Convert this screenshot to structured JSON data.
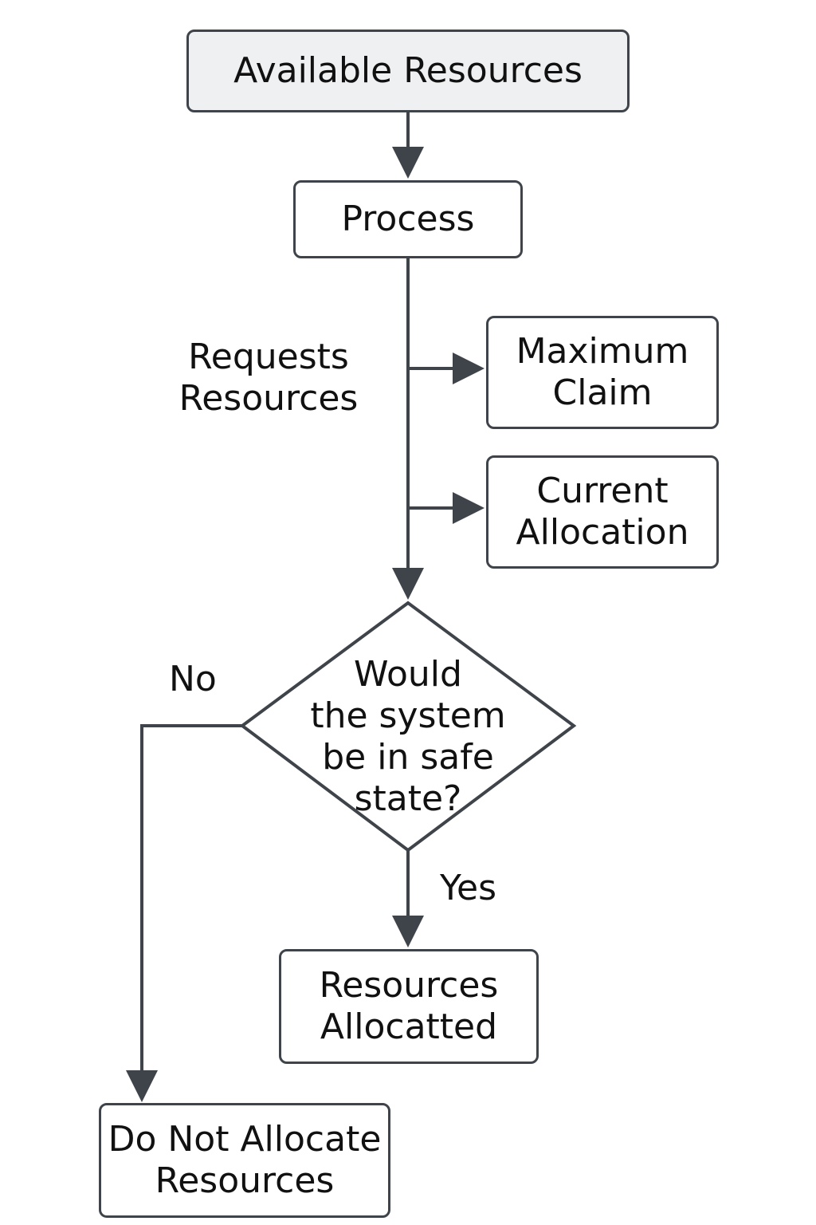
{
  "nodes": {
    "available_resources": {
      "label": "Available Resources"
    },
    "process": {
      "label": "Process"
    },
    "maximum_claim": {
      "lines": [
        "Maximum",
        "Claim"
      ]
    },
    "current_allocation": {
      "lines": [
        "Current",
        "Allocation"
      ]
    },
    "decision": {
      "lines": [
        "Would",
        "the system",
        "be in safe",
        "state?"
      ]
    },
    "resources_allocated": {
      "lines": [
        "Resources",
        "Allocatted"
      ]
    },
    "do_not_allocate": {
      "lines": [
        "Do Not Allocate",
        "Resources"
      ]
    }
  },
  "edge_labels": {
    "requests": [
      "Requests",
      "Resources"
    ],
    "no": "No",
    "yes": "Yes"
  },
  "colors": {
    "stroke": "#3f444b",
    "shaded_fill": "#eef0f2",
    "text": "#111111"
  }
}
